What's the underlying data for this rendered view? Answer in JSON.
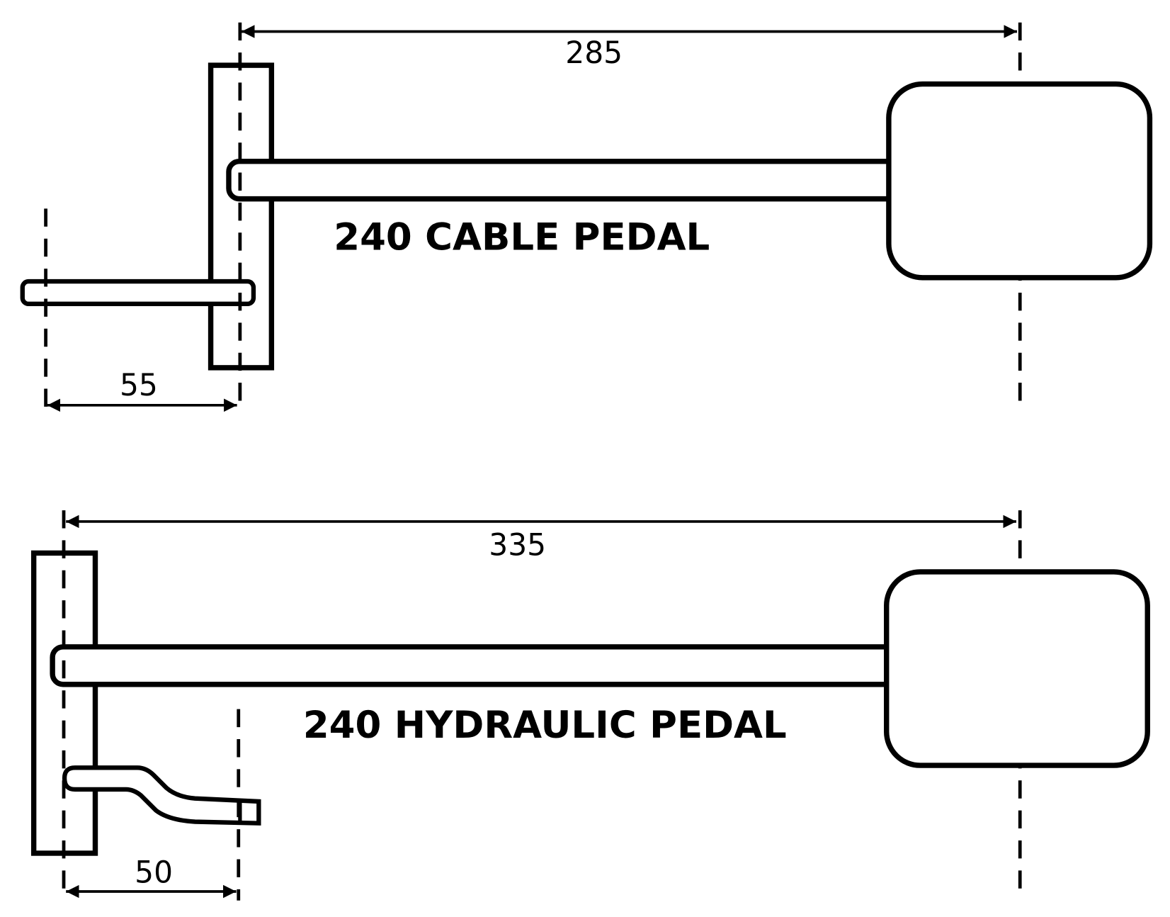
{
  "cable_pedal": {
    "label": "240 CABLE PEDAL",
    "overall_dimension": "285",
    "arm_offset_dimension": "55"
  },
  "hydraulic_pedal": {
    "label": "240 HYDRAULIC PEDAL",
    "overall_dimension": "335",
    "arm_offset_dimension": "50"
  }
}
